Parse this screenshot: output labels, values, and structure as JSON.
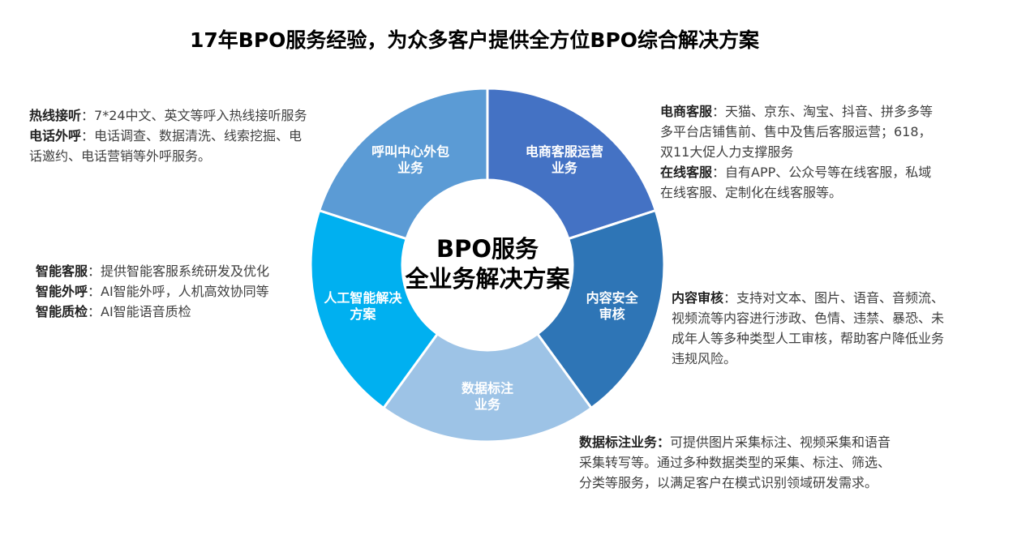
{
  "title": "17年BPO服务经验，为众多客户提供全方位BPO综合解决方案",
  "center": {
    "line1": "BPO服务",
    "line2": "全业务解决方案"
  },
  "segments": [
    {
      "id": "ecommerce",
      "line1": "电商客服运营",
      "line2": "业务",
      "color": "#4472C4"
    },
    {
      "id": "content",
      "line1": "内容安全",
      "line2": "审核",
      "color": "#2E75B6"
    },
    {
      "id": "annotation",
      "line1": "数据标注",
      "line2": "业务",
      "color": "#9DC3E6"
    },
    {
      "id": "ai",
      "line1": "人工智能解决",
      "line2": "方案",
      "color": "#00B0F0"
    },
    {
      "id": "callcenter",
      "line1": "呼叫中心外包",
      "line2": "业务",
      "color": "#5B9BD5"
    }
  ],
  "descriptions": {
    "callcenter": [
      {
        "key": "热线接听",
        "text": "：7*24中文、英文等呼入热线接听服务"
      },
      {
        "key": "电话外呼",
        "text": "：电话调查、数据清洗、线索挖掘、电"
      },
      {
        "key": "",
        "text": "话邀约、电话营销等外呼服务。"
      }
    ],
    "ecommerce": [
      {
        "key": "电商客服",
        "text": "：天猫、京东、淘宝、抖音、拼多多等"
      },
      {
        "key": "",
        "text": "多平台店铺售前、售中及售后客服运营；618，"
      },
      {
        "key": "",
        "text": "双11大促人力支撑服务"
      },
      {
        "key": "在线客服",
        "text": "：自有APP、公众号等在线客服，私域"
      },
      {
        "key": "",
        "text": "在线客服、定制化在线客服等。"
      }
    ],
    "ai": [
      {
        "key": "智能客服",
        "text": "：提供智能客服系统研发及优化"
      },
      {
        "key": "智能外呼",
        "text": "：AI智能外呼，人机高效协同等"
      },
      {
        "key": "智能质检",
        "text": "：AI智能语音质检"
      }
    ],
    "content": [
      {
        "key": "内容审核",
        "text": "：支持对文本、图片、语音、音频流、"
      },
      {
        "key": "",
        "text": "视频流等内容进行涉政、色情、违禁、暴恐、未"
      },
      {
        "key": "",
        "text": "成年人等多种类型人工审核，帮助客户降低业务"
      },
      {
        "key": "",
        "text": "违规风险。"
      }
    ],
    "annotation": [
      {
        "key": "数据标注业务：",
        "text": "可提供图片采集标注、视频采集和语音"
      },
      {
        "key": "",
        "text": "采集转写等。通过多种数据类型的采集、标注、筛选、"
      },
      {
        "key": "",
        "text": "分类等服务，以满足客户在模式识别领域研发需求。"
      }
    ]
  }
}
